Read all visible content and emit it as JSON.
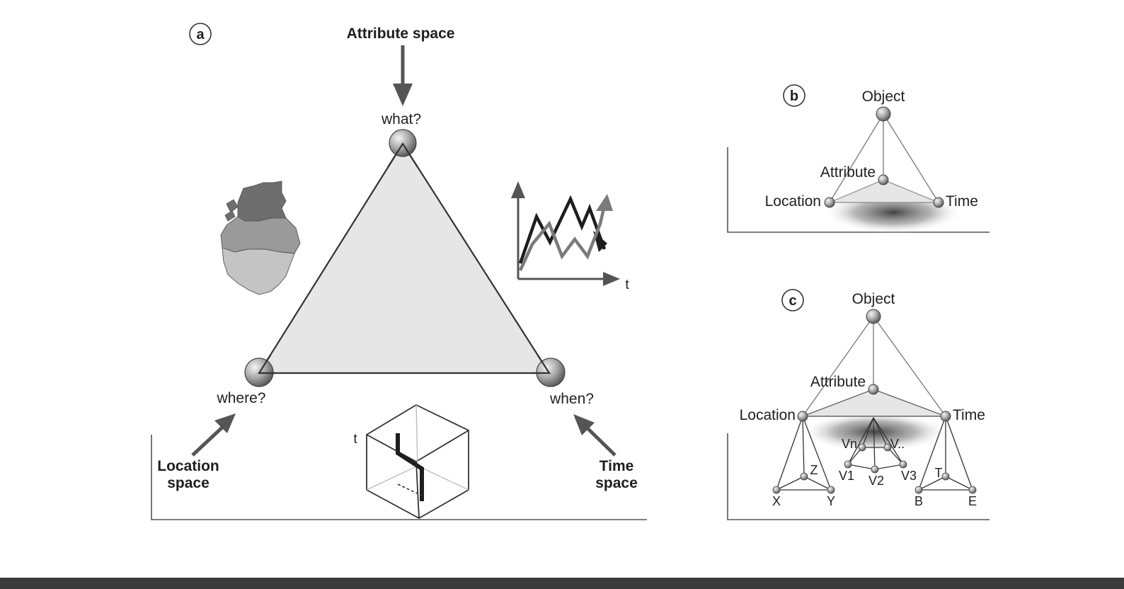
{
  "panel_a": {
    "badge": "a",
    "top_heading": "Attribute space",
    "vertex_top": "what?",
    "vertex_left": "where?",
    "vertex_right": "when?",
    "location_heading": [
      "Location",
      "space"
    ],
    "time_heading": [
      "Time",
      "space"
    ],
    "chart_time_axis": "t",
    "cube_time_axis": "t"
  },
  "panel_b": {
    "badge": "b",
    "object": "Object",
    "attribute": "Attribute",
    "location": "Location",
    "time": "Time"
  },
  "panel_c": {
    "badge": "c",
    "object": "Object",
    "attribute": "Attribute",
    "location": "Location",
    "time": "Time",
    "location_sub": {
      "x": "X",
      "y": "Y",
      "z": "Z"
    },
    "attribute_sub": {
      "vn": "Vn",
      "vdots": "V..",
      "v1": "V1",
      "v2": "V2",
      "v3": "V3"
    },
    "time_sub": {
      "t": "T",
      "b": "B",
      "e": "E"
    }
  },
  "colors": {
    "triangle_fill": "#e6e6e6",
    "stroke": "#333333",
    "arrow": "#555555",
    "map_dark": "#6e6e6e",
    "map_mid": "#9a9a9a",
    "map_light": "#c4c4c4"
  },
  "icons": [
    "map-icon",
    "line-chart-icon",
    "space-time-cube-icon",
    "node-sphere-icon"
  ]
}
